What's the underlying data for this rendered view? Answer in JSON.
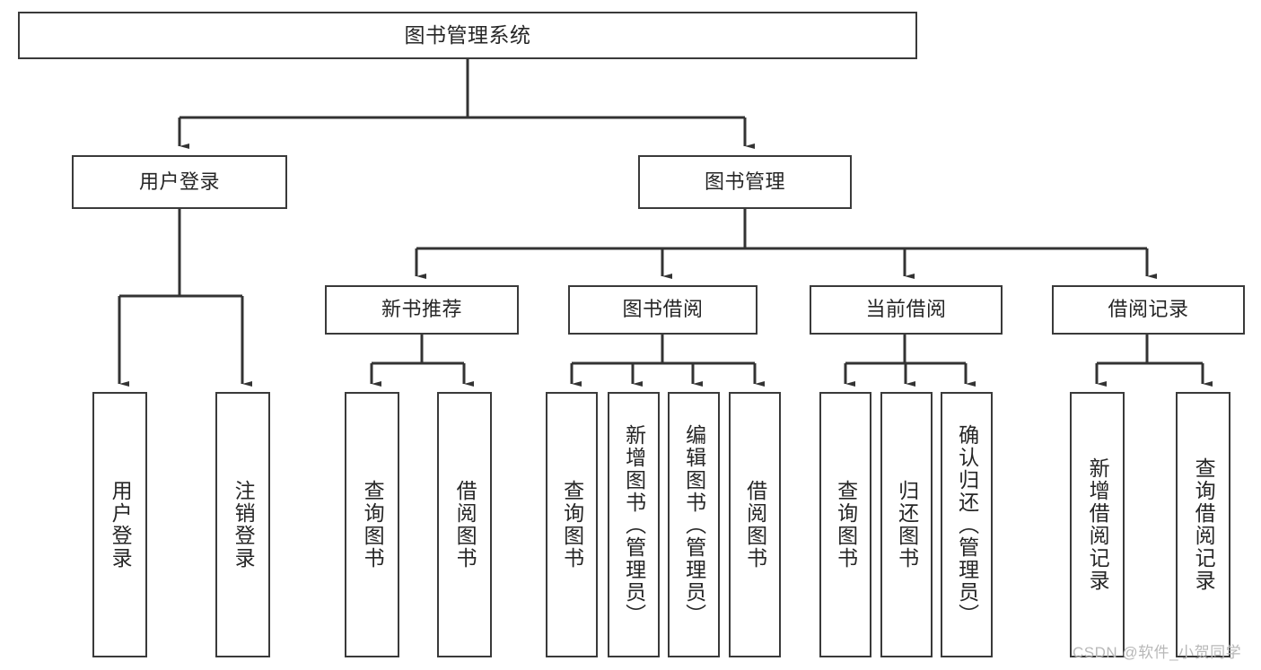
{
  "diagram": {
    "title": "图书管理系统",
    "type": "tree-hierarchy",
    "colors": {
      "box_border": "#3a3a3a",
      "box_fill": "#ffffff",
      "connector": "#333333",
      "text": "#262626",
      "watermark": "#b8b8b8",
      "background": "#ffffff"
    },
    "root": {
      "label": "图书管理系统"
    },
    "level1": [
      {
        "id": "user-login",
        "label": "用户登录"
      },
      {
        "id": "book-manage",
        "label": "图书管理"
      }
    ],
    "level2": [
      {
        "id": "new-book-recommend",
        "label": "新书推荐",
        "parent": "book-manage"
      },
      {
        "id": "book-borrow",
        "label": "图书借阅",
        "parent": "book-manage"
      },
      {
        "id": "current-borrow",
        "label": "当前借阅",
        "parent": "book-manage"
      },
      {
        "id": "borrow-record",
        "label": "借阅记录",
        "parent": "book-manage"
      }
    ],
    "leaves": {
      "user-login": [
        {
          "id": "leaf-user-login",
          "label": "用户登录"
        },
        {
          "id": "leaf-logout",
          "label": "注销登录"
        }
      ],
      "new-book-recommend": [
        {
          "id": "leaf-query-book-1",
          "label": "查询图书"
        },
        {
          "id": "leaf-borrow-book-1",
          "label": "借阅图书"
        }
      ],
      "book-borrow": [
        {
          "id": "leaf-query-book-2",
          "label": "查询图书"
        },
        {
          "id": "leaf-add-book",
          "label": "新增图书（管理员）"
        },
        {
          "id": "leaf-edit-book",
          "label": "编辑图书（管理员）"
        },
        {
          "id": "leaf-borrow-book-2",
          "label": "借阅图书"
        }
      ],
      "current-borrow": [
        {
          "id": "leaf-query-book-3",
          "label": "查询图书"
        },
        {
          "id": "leaf-return-book",
          "label": "归还图书"
        },
        {
          "id": "leaf-confirm-return",
          "label": "确认归还（管理员）"
        }
      ],
      "borrow-record": [
        {
          "id": "leaf-add-record",
          "label": "新增借阅记录"
        },
        {
          "id": "leaf-query-record",
          "label": "查询借阅记录"
        }
      ]
    },
    "watermark": "CSDN @软件_小贺同学"
  }
}
